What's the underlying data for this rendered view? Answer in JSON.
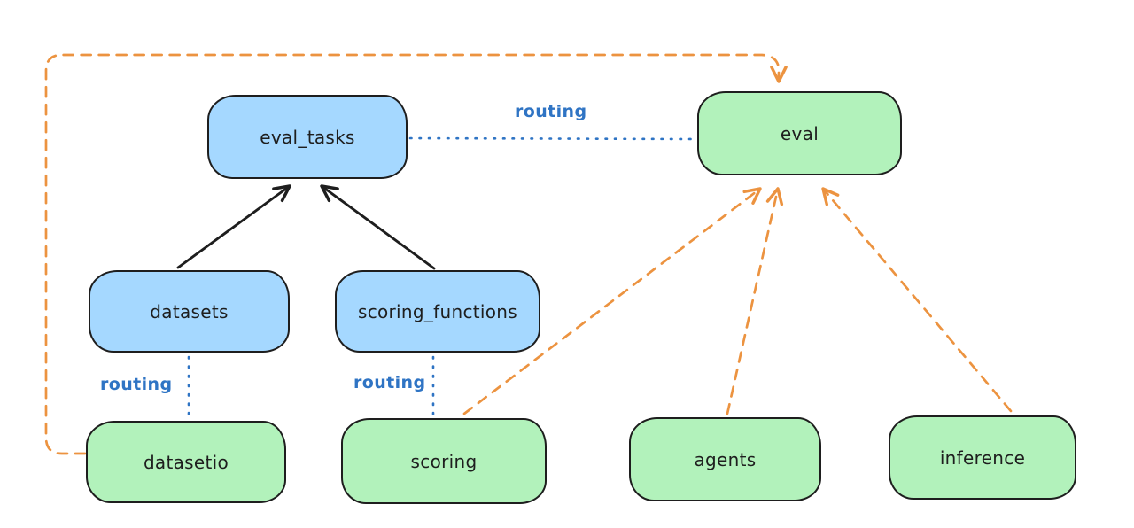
{
  "diagram": {
    "background": "#ffffff",
    "colors": {
      "node_stroke": "#1e1e1e",
      "blue_fill": "#a5d8ff",
      "green_fill": "#b2f2bb",
      "routing_blue": "#2f74c4",
      "orange_dashed": "#ec9340",
      "black_arrow": "#1e1e1e"
    },
    "nodes": [
      {
        "id": "eval_tasks",
        "label": "eval_tasks",
        "color": "blue"
      },
      {
        "id": "eval",
        "label": "eval",
        "color": "green"
      },
      {
        "id": "datasets",
        "label": "datasets",
        "color": "blue"
      },
      {
        "id": "scoring_functions",
        "label": "scoring_functions",
        "color": "blue"
      },
      {
        "id": "datasetio",
        "label": "datasetio",
        "color": "green"
      },
      {
        "id": "scoring",
        "label": "scoring",
        "color": "green"
      },
      {
        "id": "agents",
        "label": "agents",
        "color": "green"
      },
      {
        "id": "inference",
        "label": "inference",
        "color": "green"
      }
    ],
    "edges": [
      {
        "from": "eval_tasks",
        "to": "eval",
        "style": "dotted-blue",
        "label": "routing"
      },
      {
        "from": "datasets",
        "to": "eval_tasks",
        "style": "solid-black-arrow",
        "label": ""
      },
      {
        "from": "scoring_functions",
        "to": "eval_tasks",
        "style": "solid-black-arrow",
        "label": ""
      },
      {
        "from": "datasets",
        "to": "datasetio",
        "style": "dotted-blue",
        "label": "routing"
      },
      {
        "from": "scoring_functions",
        "to": "scoring",
        "style": "dotted-blue",
        "label": "routing"
      },
      {
        "from": "datasetio",
        "to": "eval",
        "style": "dashed-orange-arrow",
        "label": ""
      },
      {
        "from": "scoring",
        "to": "eval",
        "style": "dashed-orange-arrow",
        "label": ""
      },
      {
        "from": "agents",
        "to": "eval",
        "style": "dashed-orange-arrow",
        "label": ""
      },
      {
        "from": "inference",
        "to": "eval",
        "style": "dashed-orange-arrow",
        "label": ""
      }
    ]
  }
}
